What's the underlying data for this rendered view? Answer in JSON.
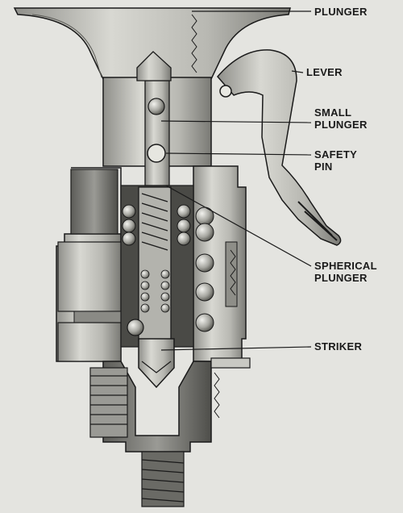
{
  "labels": {
    "plunger": "PLUNGER",
    "lever": "LEVER",
    "small_plunger_line1": "SMALL",
    "small_plunger_line2": "PLUNGER",
    "safety_pin_line1": "SAFETY",
    "safety_pin_line2": "PIN",
    "spherical_plunger_line1": "SPHERICAL",
    "spherical_plunger_line2": "PLUNGER",
    "striker": "STRIKER"
  },
  "colors": {
    "background": "#e4e4e0",
    "metal_light": "#d2d2cc",
    "metal_mid": "#a9a9a3",
    "metal_dark": "#6e6e69",
    "ink": "#1a1a1a"
  }
}
